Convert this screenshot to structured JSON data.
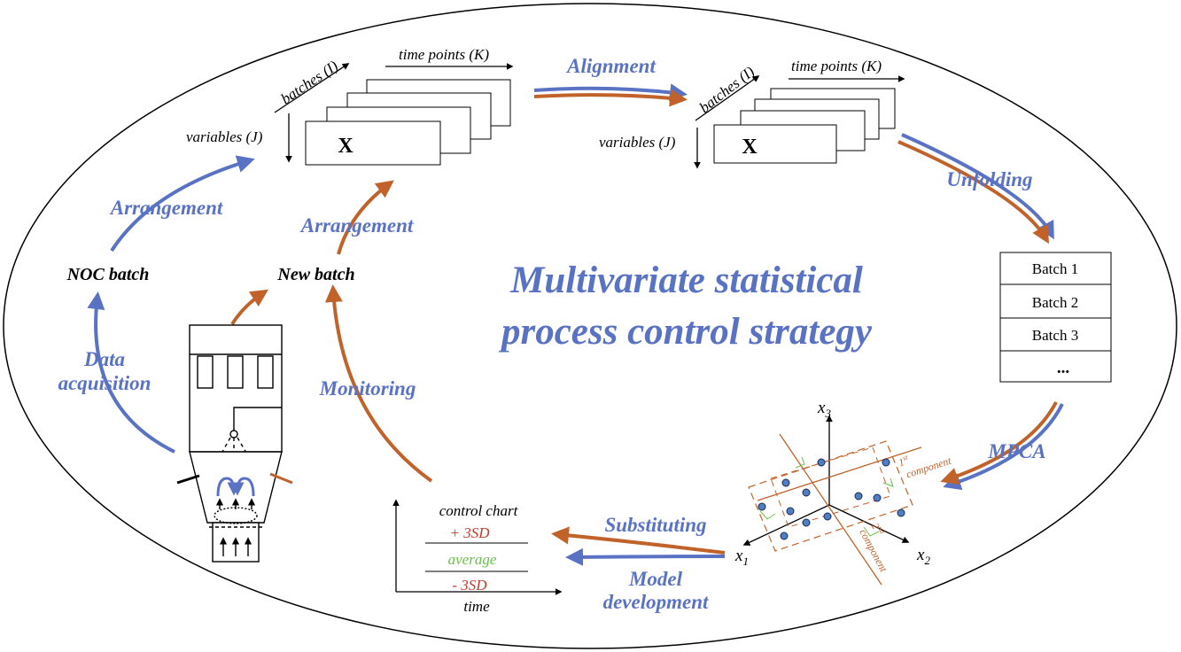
{
  "title_line1": "Multivariate statistical",
  "title_line2": "process control strategy",
  "labels": {
    "alignment": "Alignment",
    "unfolding": "Unfolding",
    "mpca": "MPCA",
    "substituting": "Substituting",
    "model_development_1": "Model",
    "model_development_2": "development",
    "monitoring": "Monitoring",
    "arrangement_left": "Arrangement",
    "arrangement_mid": "Arrangement",
    "data_acquisition_1": "Data",
    "data_acquisition_2": "acquisition",
    "noc_batch": "NOC batch",
    "new_batch": "New batch"
  },
  "cube_left": {
    "batches": "batches (I)",
    "time_points": "time points (K)",
    "variables": "variables (J)",
    "matrix": "X"
  },
  "cube_right": {
    "batches": "batches (I)",
    "time_points": "time points (K)",
    "variables": "variables (J)",
    "matrix": "X"
  },
  "batch_table": [
    "Batch 1",
    "Batch 2",
    "Batch 3",
    "..."
  ],
  "pca_plot": {
    "axis_x1": "x",
    "axis_x1_sub": "1",
    "axis_x2": "x",
    "axis_x2_sub": "2",
    "axis_x3": "x",
    "axis_x3_sub": "3",
    "first_component_sup": "st",
    "first_component_num": "1",
    "first_component_word": "component",
    "second_component_num": "2",
    "second_component_sup": "nd",
    "second_component_word": "component"
  },
  "control_chart": {
    "title": "control chart",
    "upper": "+ 3SD",
    "average": "average",
    "lower": "- 3SD",
    "xlabel": "time"
  },
  "colors": {
    "blue": "#5a72c4",
    "orange": "#c0622a",
    "green": "#6cc04a",
    "red": "#c53a2c"
  }
}
